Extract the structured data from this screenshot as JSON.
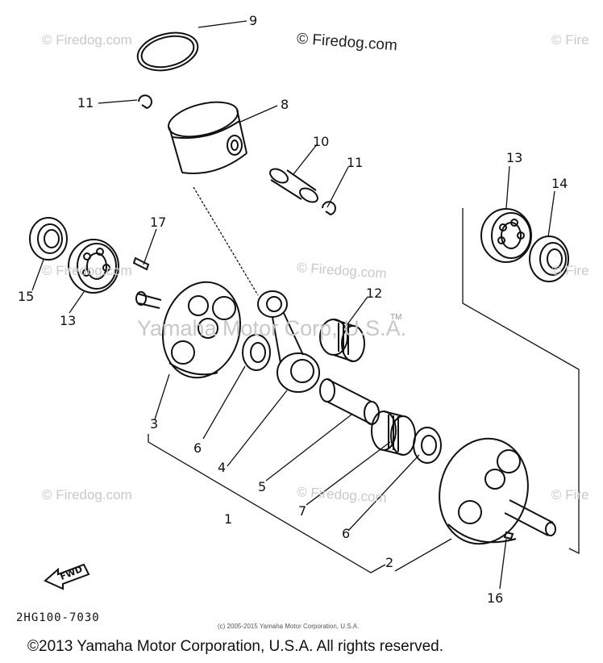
{
  "watermarks": {
    "site_top": "© Firedog.com",
    "site": "© Firedog.com",
    "site_partial": "© Fire",
    "corp": "Yamaha Motor Corp, U.S.A.",
    "tm": "TM"
  },
  "callouts": {
    "c9": "9",
    "c11a": "11",
    "c8": "8",
    "c10": "10",
    "c11b": "11",
    "c13a": "13",
    "c14": "14",
    "c17": "17",
    "c15": "15",
    "c13b": "13",
    "c12": "12",
    "c3": "3",
    "c6a": "6",
    "c4": "4",
    "c5": "5",
    "c1": "1",
    "c7": "7",
    "c6b": "6",
    "c2": "2",
    "c16": "16"
  },
  "fwd_label": "FWD",
  "diagram_code": "2HG100-7030",
  "small_copyright": "(c) 2005-2015 Yamaha Motor Corporation, U.S.A.",
  "copyright": "©2013 Yamaha Motor Corporation, U.S.A. All rights reserved."
}
